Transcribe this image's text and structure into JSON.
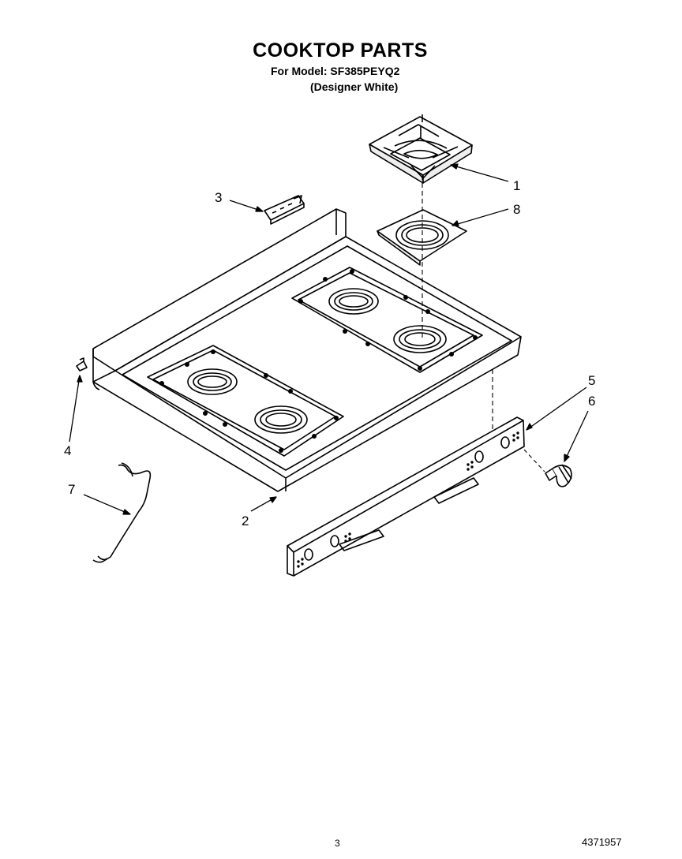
{
  "header": {
    "title": "COOKTOP PARTS",
    "model_line": "For Model: SF385PEYQ2",
    "variant_line": "(Designer White)"
  },
  "callouts": [
    "1",
    "8",
    "3",
    "4",
    "2",
    "5",
    "6",
    "7"
  ],
  "footer": {
    "page_number": "3",
    "document_number": "4371957"
  }
}
